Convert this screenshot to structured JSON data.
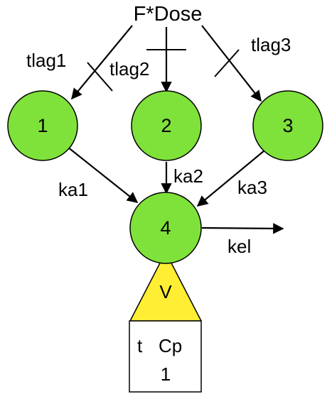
{
  "source_label": "F*Dose",
  "colors": {
    "node_fill": "#7fe23a",
    "node_stroke": "#000000",
    "triangle_fill": "#ffee33",
    "box_fill": "#ffffff"
  },
  "nodes": [
    {
      "id": "1",
      "label": "1"
    },
    {
      "id": "2",
      "label": "2"
    },
    {
      "id": "3",
      "label": "3"
    },
    {
      "id": "4",
      "label": "4"
    }
  ],
  "edges": [
    {
      "from": "F*Dose",
      "to": "1",
      "lag_label": "tlag1"
    },
    {
      "from": "F*Dose",
      "to": "2",
      "lag_label": "tlag2"
    },
    {
      "from": "F*Dose",
      "to": "3",
      "lag_label": "tlag3"
    },
    {
      "from": "1",
      "to": "4",
      "label": "ka1"
    },
    {
      "from": "2",
      "to": "4",
      "label": "ka2"
    },
    {
      "from": "3",
      "to": "4",
      "label": "ka3"
    },
    {
      "from": "4",
      "to": "out",
      "label": "kel"
    }
  ],
  "volume_label": "V",
  "observation": {
    "t_label": "t",
    "cp_label": "Cp",
    "index": "1"
  }
}
